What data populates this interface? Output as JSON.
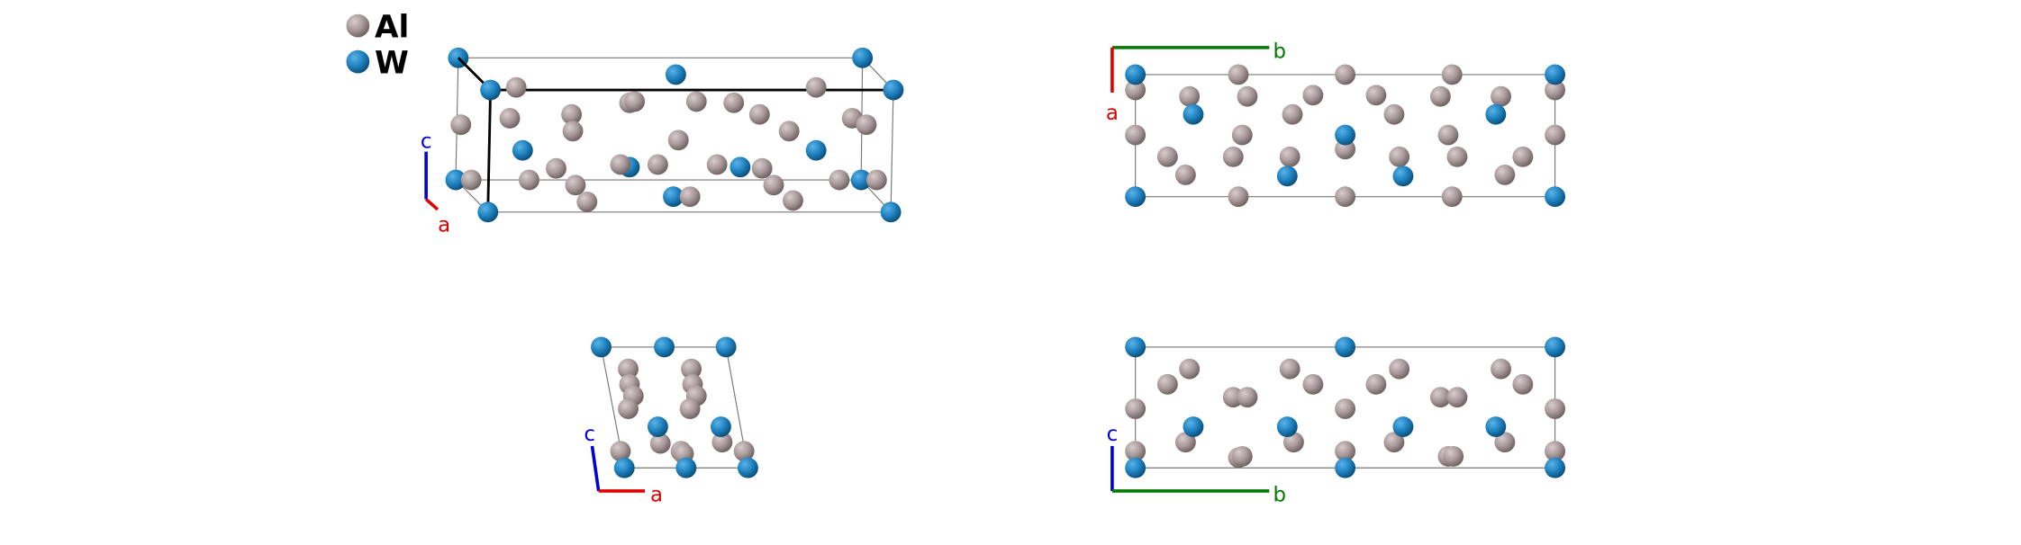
{
  "legend": [
    {
      "element": "Al",
      "color": "#a8999a"
    },
    {
      "element": "W",
      "color": "#1e82c0"
    }
  ],
  "axis_colors": {
    "a": "#e00000",
    "b": "#007a00",
    "c": "#0000d8"
  },
  "panels": [
    {
      "view": "perspective",
      "axes": [
        "c",
        "a"
      ]
    },
    {
      "view": "along-c",
      "axes": [
        "b",
        "a"
      ]
    },
    {
      "view": "along-b",
      "axes": [
        "c",
        "a"
      ]
    },
    {
      "view": "along-a",
      "axes": [
        "c",
        "b"
      ]
    }
  ]
}
